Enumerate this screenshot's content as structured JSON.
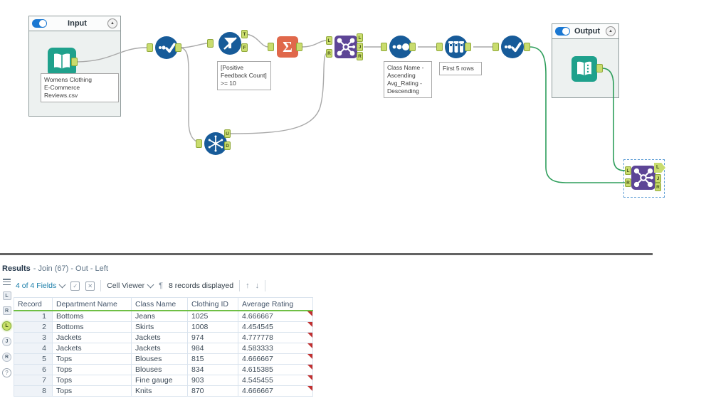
{
  "colors": {
    "tool-blue": "#175b99",
    "join-purple": "#5d4596",
    "summarize-orange": "#e0684b",
    "book-teal": "#1fa18c",
    "anchor-green": "#c9dc6e",
    "anchor-border": "#90a839",
    "anchor-text": "#44511b",
    "wire-gray": "#a9a9a9",
    "wire-green": "#2e9e5b",
    "flag-red": "#c13030",
    "header-green": "#6fbf45",
    "toggle-blue": "#1b78d2",
    "link-blue": "#177ca8",
    "container-bg": "#edf1f0",
    "container-border": "#8f9b9b",
    "selection-blue": "#5a9bd4"
  },
  "icons": {
    "summarize_sigma": "Σ",
    "collapse": "▲",
    "pilcrow": "¶",
    "up_arrow": "↑",
    "down_arrow": "↓",
    "check": "✓",
    "close": "✕",
    "help": "?"
  },
  "canvas": {
    "containers": {
      "input": {
        "label": "Input"
      },
      "output": {
        "label": "Output"
      }
    },
    "anchor_labels": {
      "t": "T",
      "f": "F",
      "u": "U",
      "d": "D",
      "l": "L",
      "j": "J",
      "r": "R"
    },
    "annotations": {
      "input_data": "Womens Clothing\nE-Commerce\nReviews.csv",
      "filter": "[Positive\nFeedback Count]\n>= 10",
      "sort": "Class Name -\nAscending\nAvg_Rating -\nDescending",
      "sample": "First 5 rows"
    }
  },
  "results": {
    "title": "Results",
    "subtitle": "- Join (67) - Out - Left",
    "toolbar": {
      "fields_dropdown": "4 of 4 Fields",
      "cell_viewer": "Cell Viewer",
      "records_displayed": "8 records displayed"
    },
    "sidebar_anchors": [
      "L",
      "R",
      "L",
      "J",
      "R"
    ],
    "table": {
      "columns": [
        "Record",
        "Department Name",
        "Class Name",
        "Clothing ID",
        "Average Rating"
      ],
      "rows": [
        [
          "1",
          "Bottoms",
          "Jeans",
          "1025",
          "4.666667"
        ],
        [
          "2",
          "Bottoms",
          "Skirts",
          "1008",
          "4.454545"
        ],
        [
          "3",
          "Jackets",
          "Jackets",
          "974",
          "4.777778"
        ],
        [
          "4",
          "Jackets",
          "Jackets",
          "984",
          "4.583333"
        ],
        [
          "5",
          "Tops",
          "Blouses",
          "815",
          "4.666667"
        ],
        [
          "6",
          "Tops",
          "Blouses",
          "834",
          "4.615385"
        ],
        [
          "7",
          "Tops",
          "Fine gauge",
          "903",
          "4.545455"
        ],
        [
          "8",
          "Tops",
          "Knits",
          "870",
          "4.666667"
        ]
      ]
    }
  }
}
